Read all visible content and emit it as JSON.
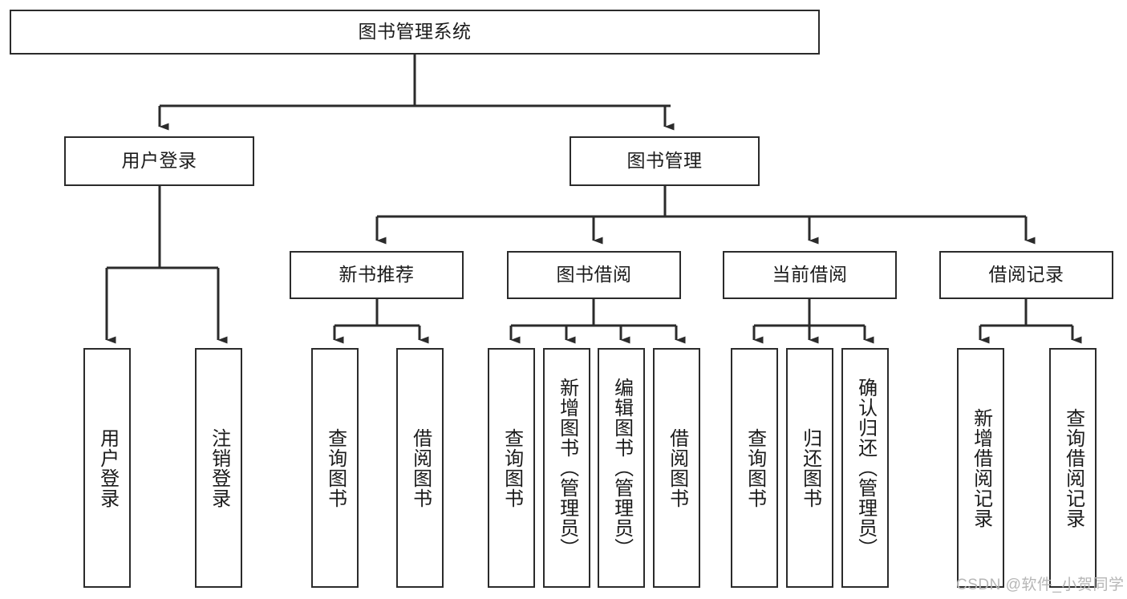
{
  "diagram": {
    "title_node": {
      "label": "图书管理系统"
    },
    "level2": [
      {
        "label": "用户登录"
      },
      {
        "label": "图书管理"
      }
    ],
    "level3": [
      {
        "label": "新书推荐"
      },
      {
        "label": "图书借阅"
      },
      {
        "label": "当前借阅"
      },
      {
        "label": "借阅记录"
      }
    ],
    "leaves": {
      "user_login": [
        {
          "label": "用户登录"
        },
        {
          "label": "注销登录"
        }
      ],
      "new_book_recommend": [
        {
          "label": "查询图书"
        },
        {
          "label": "借阅图书"
        }
      ],
      "book_borrow": [
        {
          "label": "查询图书"
        },
        {
          "label": "新增图书（管理员）"
        },
        {
          "label": "编辑图书（管理员）"
        },
        {
          "label": "借阅图书"
        }
      ],
      "current_borrow": [
        {
          "label": "查询图书"
        },
        {
          "label": "归还图书"
        },
        {
          "label": "确认归还（管理员）"
        }
      ],
      "borrow_record": [
        {
          "label": "新增借阅记录"
        },
        {
          "label": "查询借阅记录"
        }
      ]
    }
  },
  "watermark": {
    "text": "CSDN @软件_小贺同学"
  },
  "colors": {
    "stroke": "#2b2b2b",
    "background": "#ffffff",
    "text": "#1b1b1b",
    "watermark": "#b6b6b6"
  }
}
